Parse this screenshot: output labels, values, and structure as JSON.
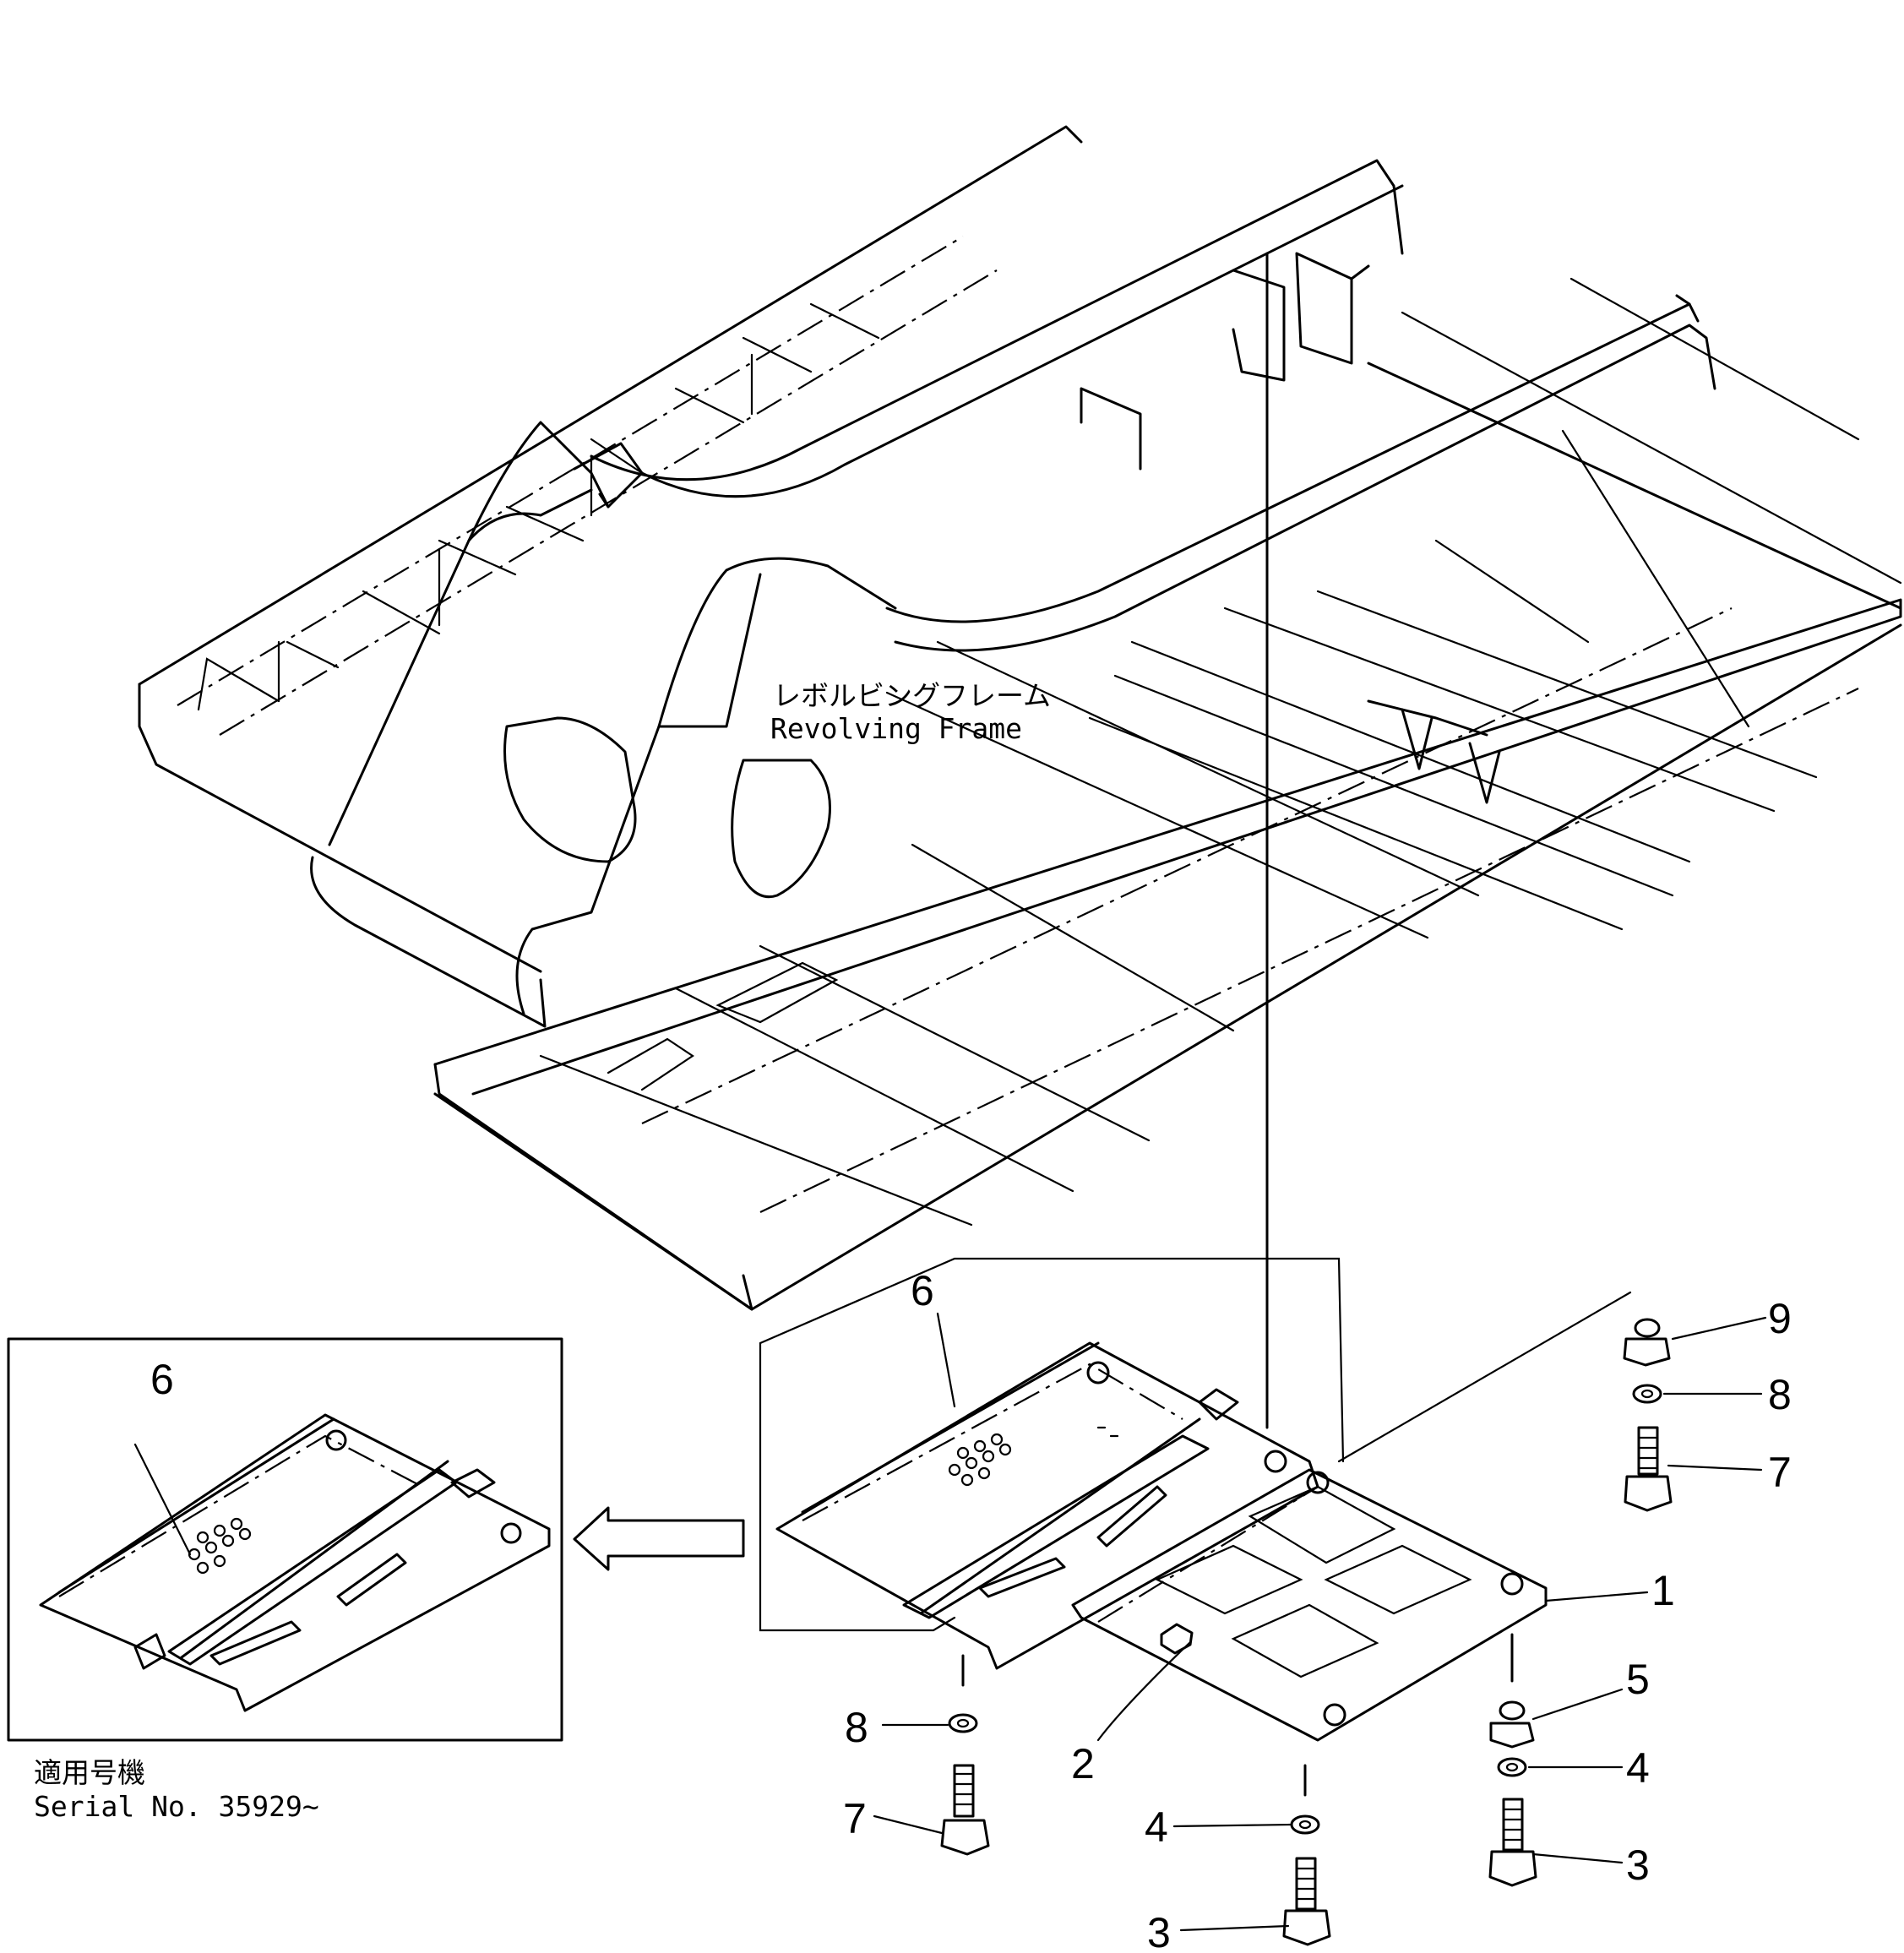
{
  "frame_label": {
    "jp": "レボルビングフレーム",
    "en": "Revolving Frame"
  },
  "serial": {
    "jp": "適用号機",
    "en": "Serial No. 35929~"
  },
  "callouts": {
    "c1": "1",
    "c2": "2",
    "c3a": "3",
    "c3b": "3",
    "c4a": "4",
    "c4b": "4",
    "c5": "5",
    "c6a": "6",
    "c6b": "6",
    "c7a": "7",
    "c7b": "7",
    "c8a": "8",
    "c8b": "8",
    "c9": "9"
  }
}
